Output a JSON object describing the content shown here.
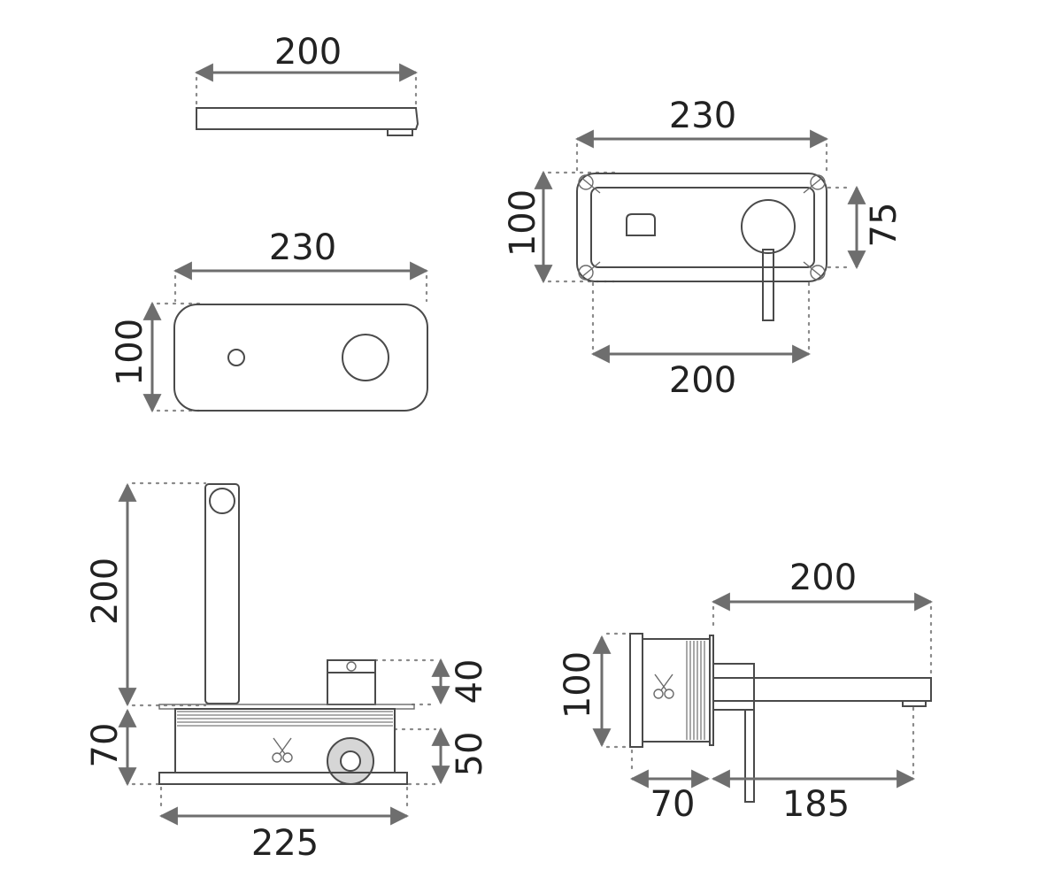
{
  "views": {
    "top_plate": {
      "width_label": "200"
    },
    "front_plate": {
      "width_label": "230",
      "height_label": "100"
    },
    "mounted_front": {
      "width_label": "230",
      "height_label": "100",
      "inner_height_label": "75",
      "spout_width_label": "200"
    },
    "body_front": {
      "height_label": "200",
      "upper_label": "40",
      "base_height_label": "70",
      "inner_label": "50",
      "width_label": "225"
    },
    "side_view": {
      "spout_length_label": "200",
      "height_label": "100",
      "depth_label": "70",
      "projection_label": "185"
    }
  },
  "colors": {
    "line": "#4a4a4a",
    "dimension": "#6e6e6e",
    "text": "#222222"
  },
  "icons": [
    "scissors-icon"
  ]
}
